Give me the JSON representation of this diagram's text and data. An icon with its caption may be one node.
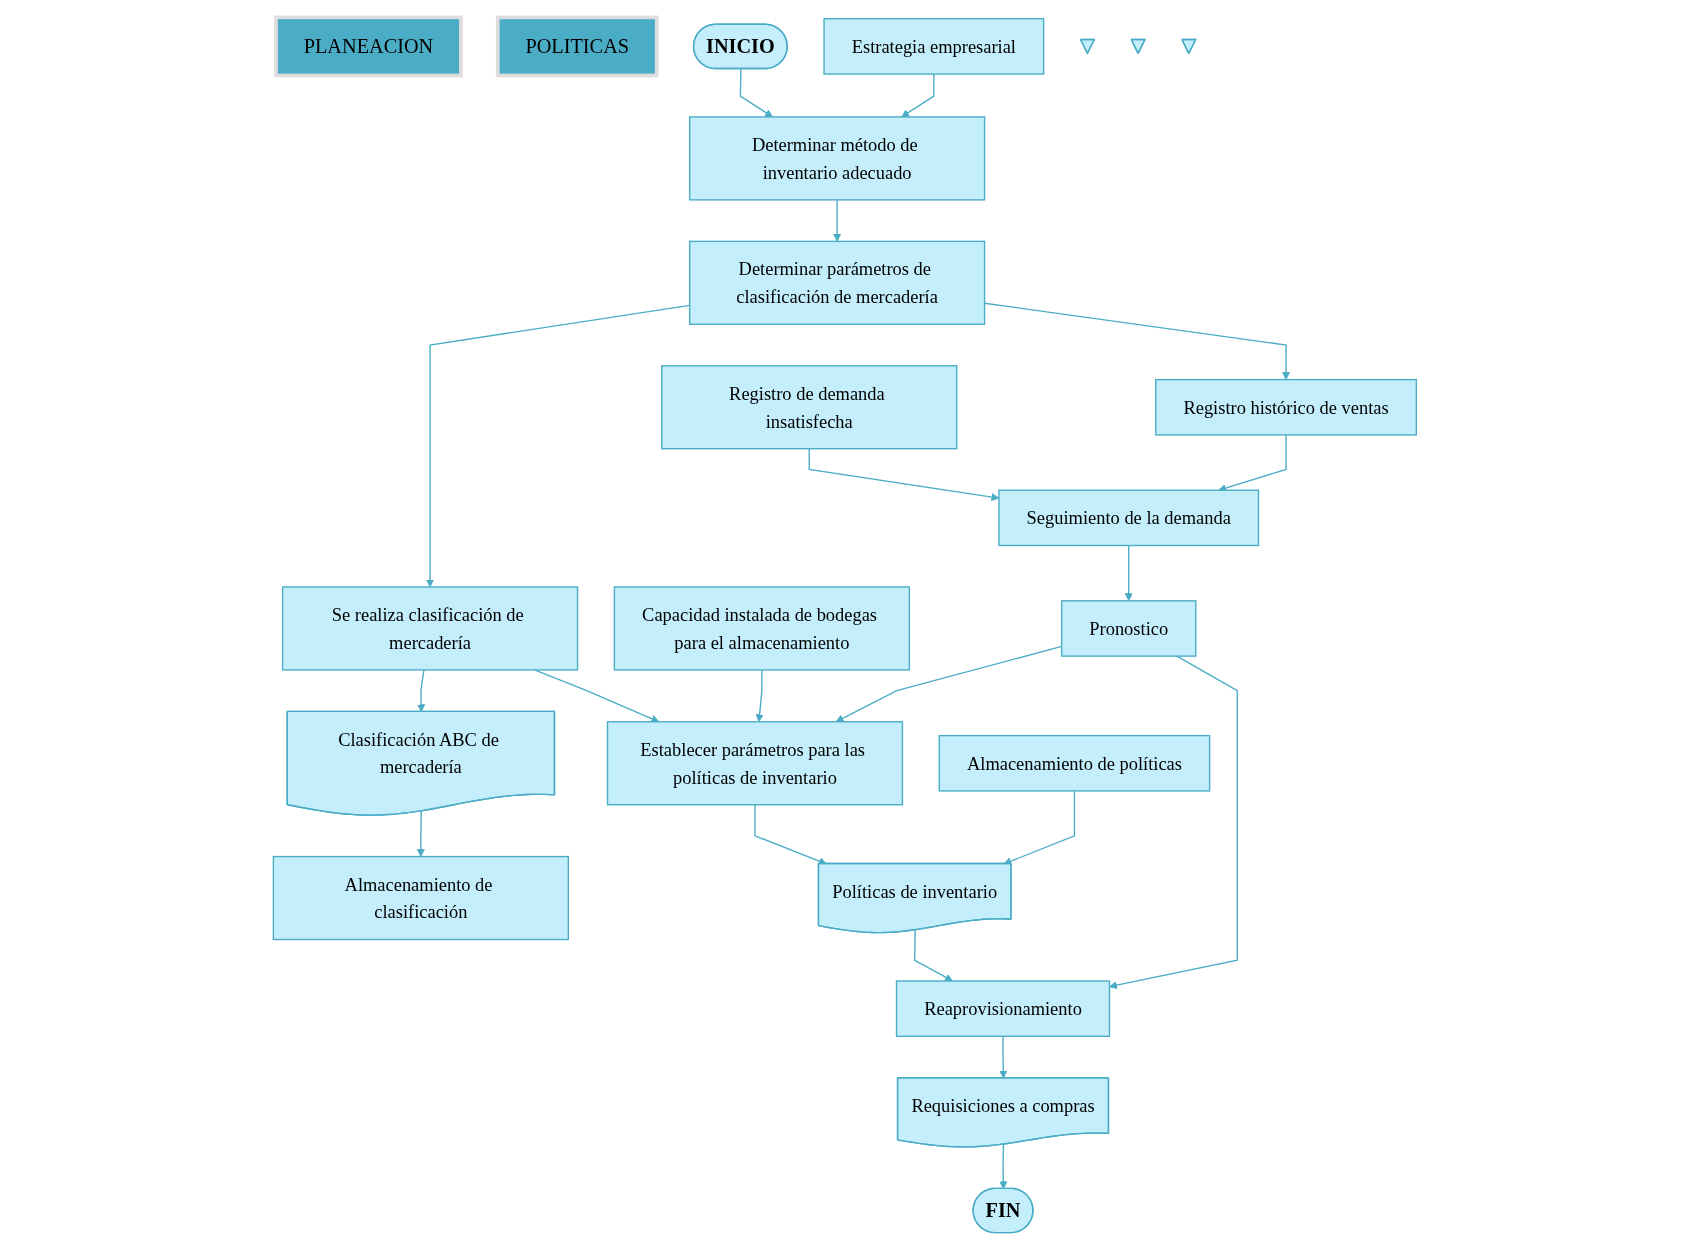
{
  "diagram": {
    "nodes": [
      {
        "text": [
          "PLANEACION"
        ]
      },
      {
        "text": [
          "POLITICAS"
        ]
      },
      {
        "text": [
          "INICIO"
        ]
      },
      {
        "text": [
          "Estrategia empresarial"
        ]
      },
      {
        "text": [
          "Determinar método de inventario adecuado"
        ]
      },
      {
        "text": [
          "Registro de demanda insatisfecha"
        ]
      },
      {
        "text": [
          "Determinar parámetros de clasificación de mercadería"
        ]
      },
      {
        "text": [
          "Registro histórico de ventas"
        ]
      },
      {
        "text": [
          "Seguimiento de la demanda"
        ]
      },
      {
        "text": [
          "Se realiza clasificación de mercadería"
        ]
      },
      {
        "text": [
          "Clasificación ABC de mercadería"
        ]
      },
      {
        "text": [],
        "shape": "triangle"
      },
      {
        "text": [
          "Almacenamiento de clasificación"
        ]
      },
      {
        "text": [
          "Capacidad instalada de bodegas para el almacenamiento"
        ]
      },
      {
        "text": [
          "Establecer parámetros para las políticas de inventario"
        ]
      },
      {
        "text": [
          "Pronostico"
        ]
      },
      {
        "text": [
          "Almacenamiento de políticas"
        ]
      },
      {
        "text": [
          "Políticas de inventario"
        ]
      },
      {
        "text": [],
        "shape": "triangle"
      },
      {
        "text": [
          "Reaprovisionamiento"
        ]
      },
      {
        "text": [],
        "shape": "triangle"
      },
      {
        "text": [
          "Requisiciones a compras"
        ]
      },
      {
        "text": [
          "FIN"
        ]
      }
    ],
    "edges": [
      {
        "from": 2,
        "to": 4,
        "arrow": "to"
      },
      {
        "from": 3,
        "to": 4,
        "arrow": "to"
      },
      {
        "from": 4,
        "to": 6,
        "arrow": "to"
      },
      {
        "from": 5,
        "to": 8,
        "arrow": "to"
      },
      {
        "from": 6,
        "to": 7,
        "arrow": "to"
      },
      {
        "from": 7,
        "to": 8,
        "arrow": "to"
      },
      {
        "from": 6,
        "to": 9,
        "arrow": "to"
      },
      {
        "from": 9,
        "to": 10,
        "arrow": "to"
      },
      {
        "from": 10,
        "to": 12,
        "arrow": "to"
      },
      {
        "from": 8,
        "to": 15,
        "arrow": "to"
      },
      {
        "from": 9,
        "to": 14,
        "arrow": "to"
      },
      {
        "from": 13,
        "to": 14,
        "arrow": "to"
      },
      {
        "from": 15,
        "to": 14,
        "arrow": "to"
      },
      {
        "from": 14,
        "to": 17,
        "arrow": "to"
      },
      {
        "from": 16,
        "to": 17,
        "arrow": "to"
      },
      {
        "from": 17,
        "to": 19,
        "arrow": "to"
      },
      {
        "from": 15,
        "to": 19,
        "arrow": "to"
      },
      {
        "from": 19,
        "to": 21,
        "arrow": "to"
      },
      {
        "from": 21,
        "to": 22,
        "arrow": "to"
      }
    ]
  }
}
